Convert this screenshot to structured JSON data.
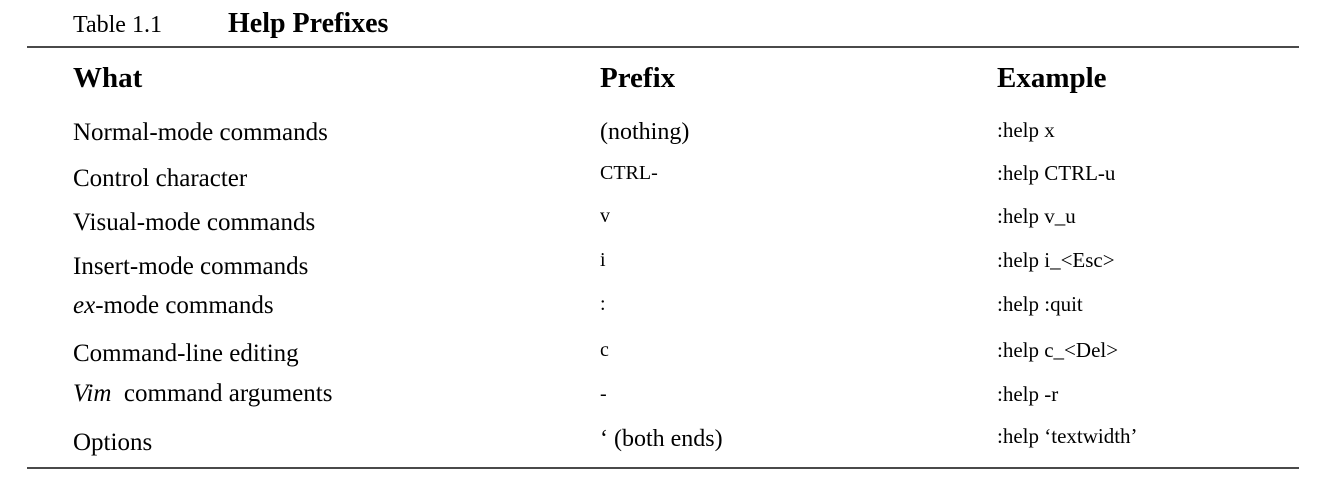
{
  "caption": {
    "label": "Table 1.1",
    "title": "Help Prefixes"
  },
  "headers": [
    "What",
    "Prefix",
    "Example"
  ],
  "rows": [
    {
      "what": "Normal-mode commands",
      "prefix": "(nothing)",
      "example": ":help x"
    },
    {
      "what": "Control character",
      "prefix": "CTRL-",
      "example": ":help CTRL-u"
    },
    {
      "what": "Visual-mode commands",
      "prefix": "v",
      "example": ":help v_u"
    },
    {
      "what": "Insert-mode commands",
      "prefix": "i",
      "example": ":help i_<Esc>"
    },
    {
      "what_em": "ex",
      "what_rest": "-mode commands",
      "prefix": ":",
      "example": ":help :quit"
    },
    {
      "what": "Command-line editing",
      "prefix": "c",
      "example": ":help c_<Del>"
    },
    {
      "what_em": "Vim",
      "what_rest": "  command arguments",
      "prefix": "-",
      "example": ":help -r"
    },
    {
      "what": "Options",
      "prefix": "‘ (both ends)",
      "example": ":help ‘textwidth’"
    }
  ]
}
